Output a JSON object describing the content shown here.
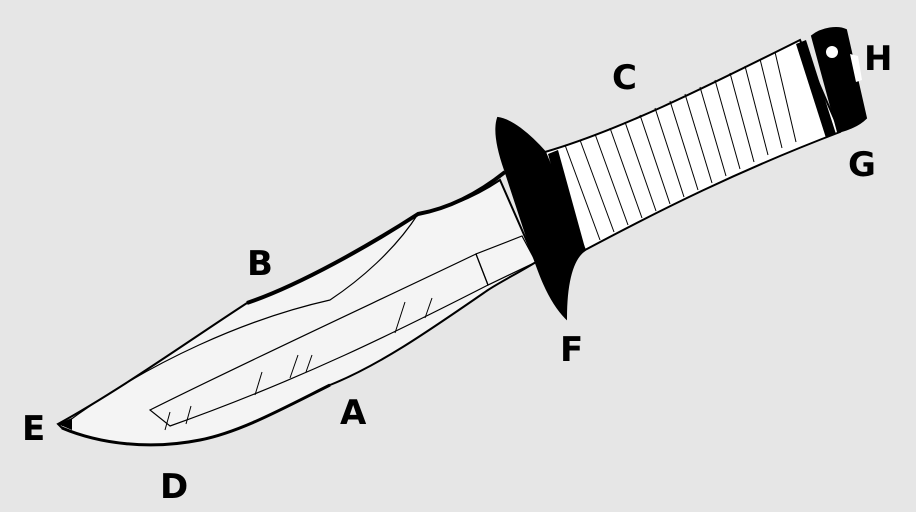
{
  "diagram": {
    "colors": {
      "background": "#e6e6e6",
      "outline": "#000000",
      "blade_fill": "#f4f4f4",
      "handle_fill": "#ffffff"
    },
    "labels": {
      "a": "A",
      "b": "B",
      "c": "C",
      "d": "D",
      "e": "E",
      "f": "F",
      "g": "G",
      "h": "H"
    }
  }
}
